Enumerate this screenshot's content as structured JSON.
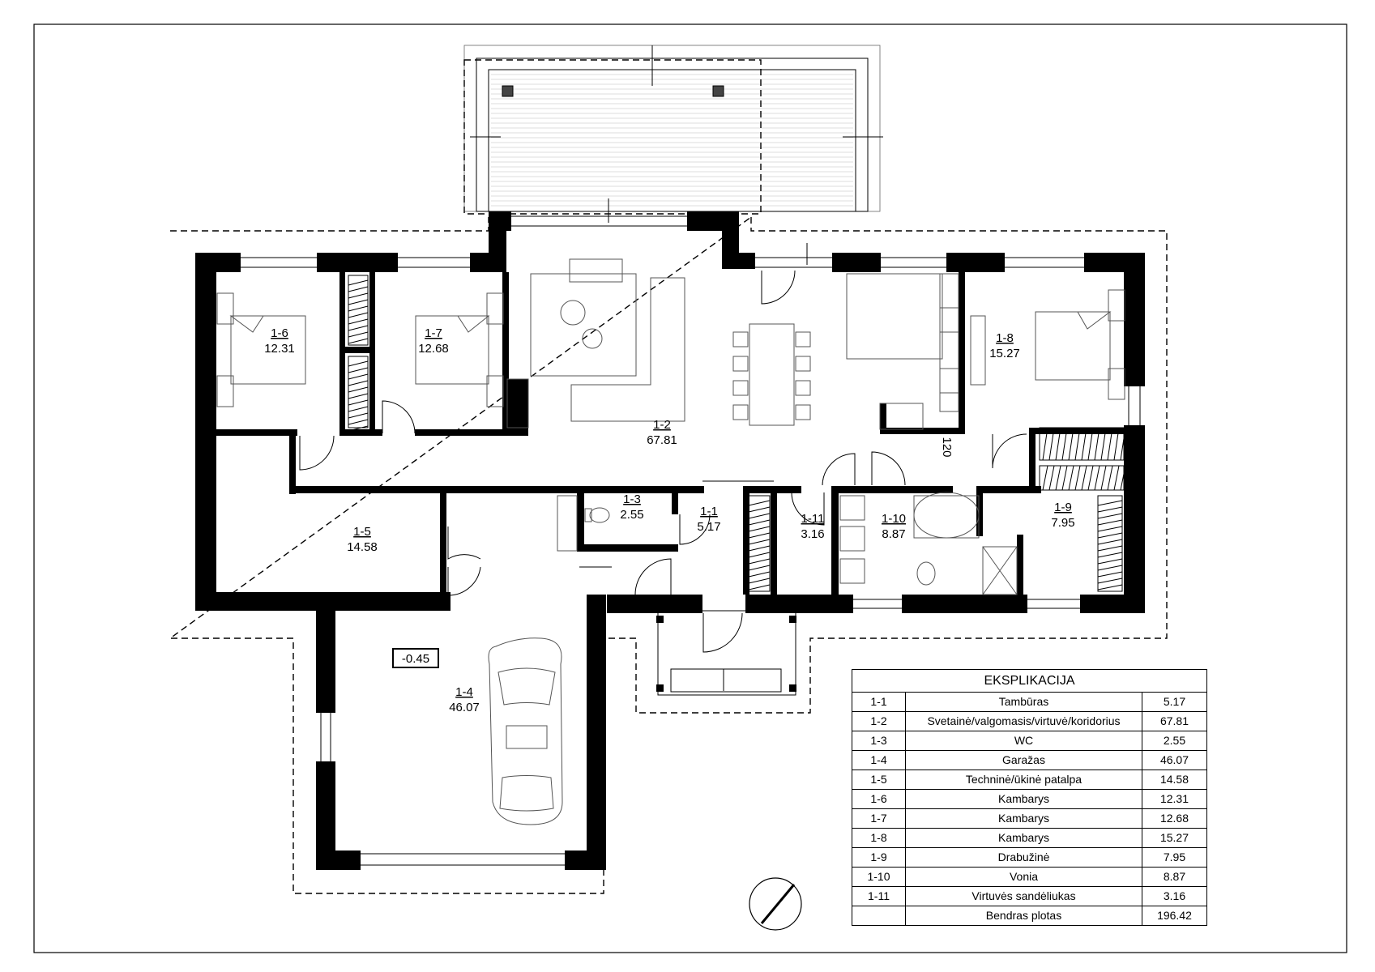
{
  "rooms": [
    {
      "id": "1-1",
      "area": "5.17",
      "name": "Tambūras"
    },
    {
      "id": "1-2",
      "area": "67.81",
      "name": "Svetainė/valgomasis/virtuvė/koridorius"
    },
    {
      "id": "1-3",
      "area": "2.55",
      "name": "WC"
    },
    {
      "id": "1-4",
      "area": "46.07",
      "name": "Garažas"
    },
    {
      "id": "1-5",
      "area": "14.58",
      "name": "Techninė/ūkinė patalpa"
    },
    {
      "id": "1-6",
      "area": "12.31",
      "name": "Kambarys"
    },
    {
      "id": "1-7",
      "area": "12.68",
      "name": "Kambarys"
    },
    {
      "id": "1-8",
      "area": "15.27",
      "name": "Kambarys"
    },
    {
      "id": "1-9",
      "area": "7.95",
      "name": "Drabužinė"
    },
    {
      "id": "1-10",
      "area": "8.87",
      "name": "Vonia"
    },
    {
      "id": "1-11",
      "area": "3.16",
      "name": "Virtuvės sandėliukas"
    }
  ],
  "garage_level": "-0.45",
  "dim_120": "120",
  "legend": {
    "title": "EKSPLIKACIJA",
    "total_label": "Bendras plotas",
    "total_value": "196.42"
  }
}
